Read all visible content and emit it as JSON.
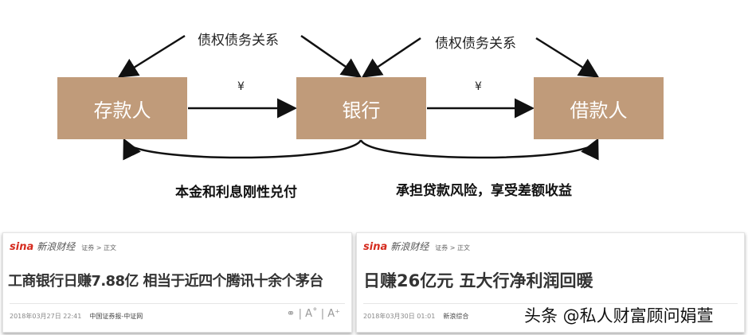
{
  "diagram": {
    "nodes": {
      "depositor": "存款人",
      "bank": "银行",
      "borrower": "借款人"
    },
    "relation_left": "债权债务关系",
    "relation_right": "债权债务关系",
    "flow_left": "¥",
    "flow_right": "¥",
    "caption_left": "本金和利息刚性兑付",
    "caption_right": "承担贷款风险，享受差额收益",
    "box_color": "#c09b7a"
  },
  "articles": [
    {
      "brand": "sina",
      "site": "新浪财经",
      "crumb": "证券 > 正文",
      "title": "工商银行日赚7.88亿 相当于近四个腾讯十余个茅台",
      "date": "2018年03月27日 22:41",
      "source": "中国证券报-中证网",
      "tools": [
        "headphones-icon",
        "font-smaller-icon",
        "font-larger-icon"
      ]
    },
    {
      "brand": "sina",
      "site": "新浪财经",
      "crumb": "证券 > 正文",
      "title": "日赚26亿元 五大行净利润回暖",
      "date": "2018年03月30日 01:01",
      "source": "新浪综合"
    }
  ],
  "watermark": "头条 @私人财富顾问娟萱"
}
